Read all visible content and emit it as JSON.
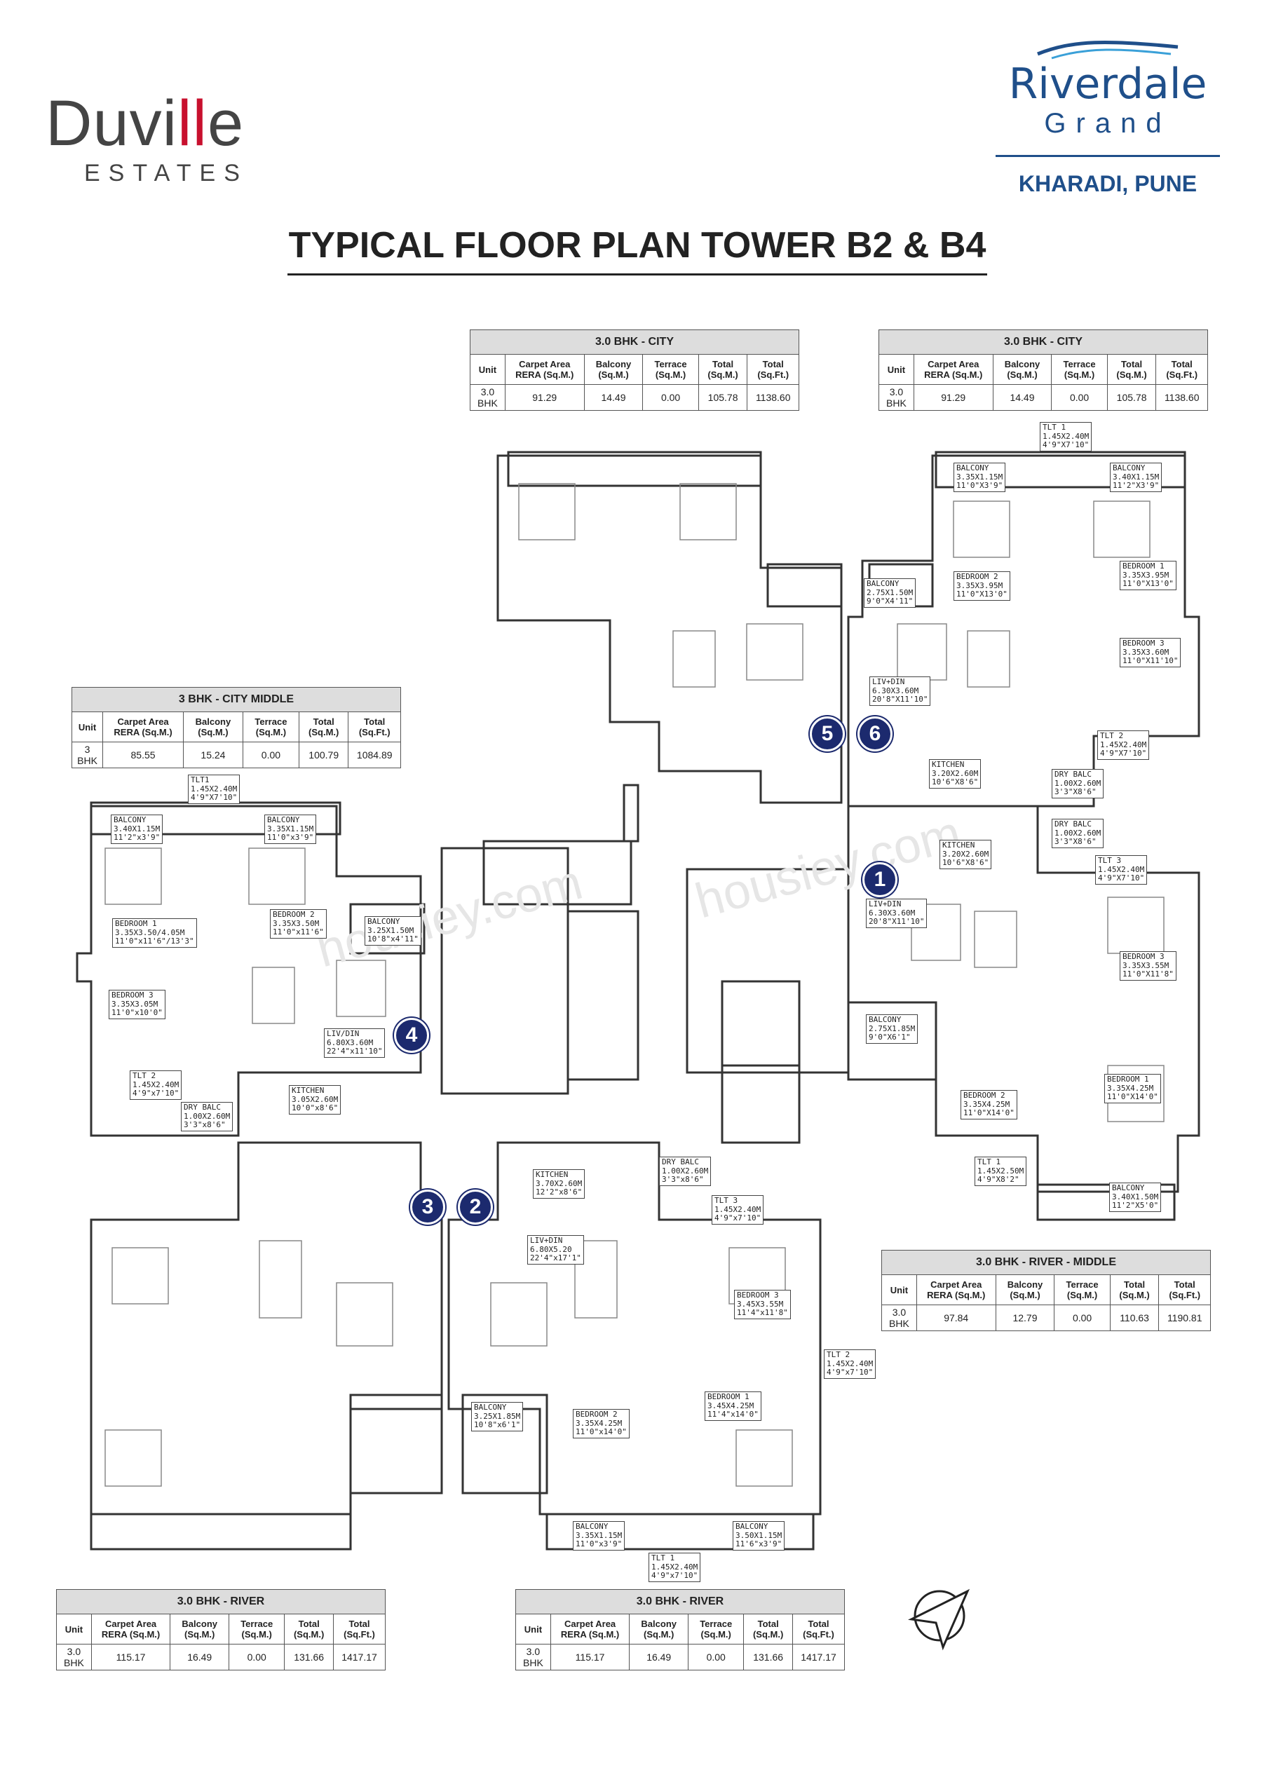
{
  "brand_left": {
    "name_pre": "Duvi",
    "name_mid": "ll",
    "name_post": "e",
    "sub": "ESTATES"
  },
  "brand_right": {
    "name": "Riverdale",
    "name2": "Grand",
    "location": "KHARADI, PUNE"
  },
  "title": "TYPICAL FLOOR PLAN TOWER B2 & B4",
  "columns": [
    "Unit",
    "Carpet Area RERA (Sq.M.)",
    "Balcony (Sq.M.)",
    "Terrace (Sq.M.)",
    "Total (Sq.M.)",
    "Total (Sq.Ft.)"
  ],
  "tables": [
    {
      "caption": "3.0 BHK - CITY",
      "row": [
        "3.0 BHK",
        "91.29",
        "14.49",
        "0.00",
        "105.78",
        "1138.60"
      ]
    },
    {
      "caption": "3.0 BHK - CITY",
      "row": [
        "3.0 BHK",
        "91.29",
        "14.49",
        "0.00",
        "105.78",
        "1138.60"
      ]
    },
    {
      "caption": "3 BHK - CITY MIDDLE",
      "row": [
        "3 BHK",
        "85.55",
        "15.24",
        "0.00",
        "100.79",
        "1084.89"
      ]
    },
    {
      "caption": "3.0 BHK - RIVER - MIDDLE",
      "row": [
        "3.0 BHK",
        "97.84",
        "12.79",
        "0.00",
        "110.63",
        "1190.81"
      ]
    },
    {
      "caption": "3.0 BHK - RIVER",
      "row": [
        "3.0 BHK",
        "115.17",
        "16.49",
        "0.00",
        "131.66",
        "1417.17"
      ]
    },
    {
      "caption": "3.0 BHK - RIVER",
      "row": [
        "3.0 BHK",
        "115.17",
        "16.49",
        "0.00",
        "131.66",
        "1417.17"
      ]
    }
  ],
  "unit_numbers": [
    "1",
    "2",
    "3",
    "4",
    "5",
    "6"
  ],
  "room_labels": [
    "TLT 1\n1.45X2.40M\n4'9\"X7'10\"",
    "BALCONY\n3.35X1.15M\n11'0\"X3'9\"",
    "BALCONY\n3.40X1.15M\n11'2\"X3'9\"",
    "BALCONY\n2.75X1.50M\n9'0\"X4'11\"",
    "BEDROOM 2\n3.35X3.95M\n11'0\"X13'0\"",
    "BEDROOM 1\n3.35X3.95M\n11'0\"X13'0\"",
    "BEDROOM 3\n3.35X3.60M\n11'0\"X11'10\"",
    "LIV+DIN\n6.30X3.60M\n20'8\"X11'10\"",
    "TLT 2\n1.45X2.40M\n4'9\"X7'10\"",
    "KITCHEN\n3.20X2.60M\n10'6\"X8'6\"",
    "DRY BALC\n1.00X2.60M\n3'3\"X8'6\"",
    "TLT1\n1.45X2.40M\n4'9\"X7'10\"",
    "BALCONY\n3.40X1.15M\n11'2\"x3'9\"",
    "BALCONY\n3.35X1.15M\n11'0\"x3'9\"",
    "BEDROOM 1\n3.35X3.50/4.05M\n11'0\"x11'6\"/13'3\"",
    "BEDROOM 2\n3.35X3.50M\n11'0\"x11'6\"",
    "BALCONY\n3.25X1.50M\n10'8\"x4'11\"",
    "BEDROOM 3\n3.35X3.05M\n11'0\"x10'0\"",
    "LIV/DIN\n6.80X3.60M\n22'4\"x11'10\"",
    "TLT 2\n1.45X2.40M\n4'9\"x7'10\"",
    "KITCHEN\n3.05X2.60M\n10'0\"x8'6\"",
    "DRY BALC\n1.00X2.60M\n3'3\"x8'6\"",
    "DRY BALC\n1.00X2.60M\n3'3\"X8'6\"",
    "TLT 3\n1.45X2.40M\n4'9\"X7'10\"",
    "KITCHEN\n3.20X2.60M\n10'6\"X8'6\"",
    "LIV+DIN\n6.30X3.60M\n20'8\"X11'10\"",
    "BEDROOM 3\n3.35X3.55M\n11'0\"X11'8\"",
    "BALCONY\n2.75X1.85M\n9'0\"X6'1\"",
    "BEDROOM 2\n3.35X4.25M\n11'0\"X14'0\"",
    "BEDROOM 1\n3.35X4.25M\n11'0\"X14'0\"",
    "TLT 1\n1.45X2.50M\n4'9\"X8'2\"",
    "BALCONY\n3.40X1.50M\n11'2\"X5'0\"",
    "KITCHEN\n3.70X2.60M\n12'2\"x8'6\"",
    "DRY BALC\n1.00X2.60M\n3'3\"x8'6\"",
    "TLT 3\n1.45X2.40M\n4'9\"x7'10\"",
    "LIV+DIN\n6.80X5.20\n22'4\"x17'1\"",
    "BEDROOM 3\n3.45X3.55M\n11'4\"x11'8\"",
    "TLT 2\n1.45X2.40M\n4'9\"x7'10\"",
    "BEDROOM 1\n3.45X4.25M\n11'4\"x14'0\"",
    "BALCONY\n3.25X1.85M\n10'8\"x6'1\"",
    "BEDROOM 2\n3.35X4.25M\n11'0\"x14'0\"",
    "BALCONY\n3.35X1.15M\n11'0\"x3'9\"",
    "BALCONY\n3.50X1.15M\n11'6\"x3'9\"",
    "TLT 1\n1.45X2.40M\n4'9\"x7'10\""
  ],
  "watermark": "housiey.com"
}
